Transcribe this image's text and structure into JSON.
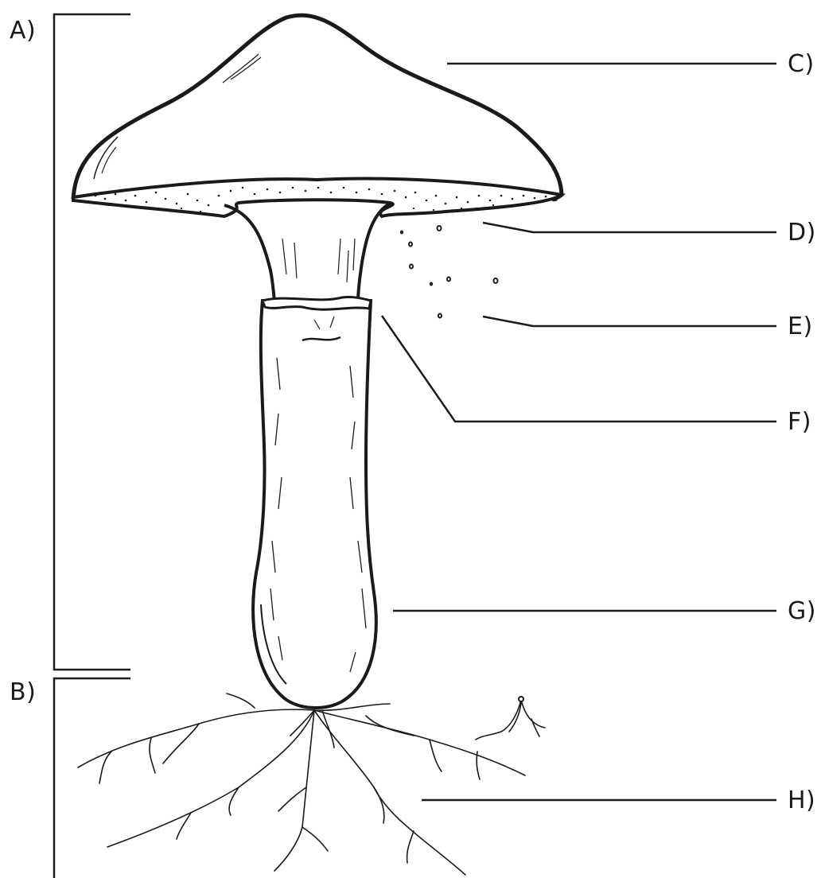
{
  "labels": {
    "a": "A)",
    "b": "B)",
    "c": "C)",
    "d": "D)",
    "e": "E)",
    "f": "F)",
    "g": "G)",
    "h": "H)"
  },
  "colors": {
    "ink": "#1a1a1a",
    "background": "#ffffff"
  }
}
